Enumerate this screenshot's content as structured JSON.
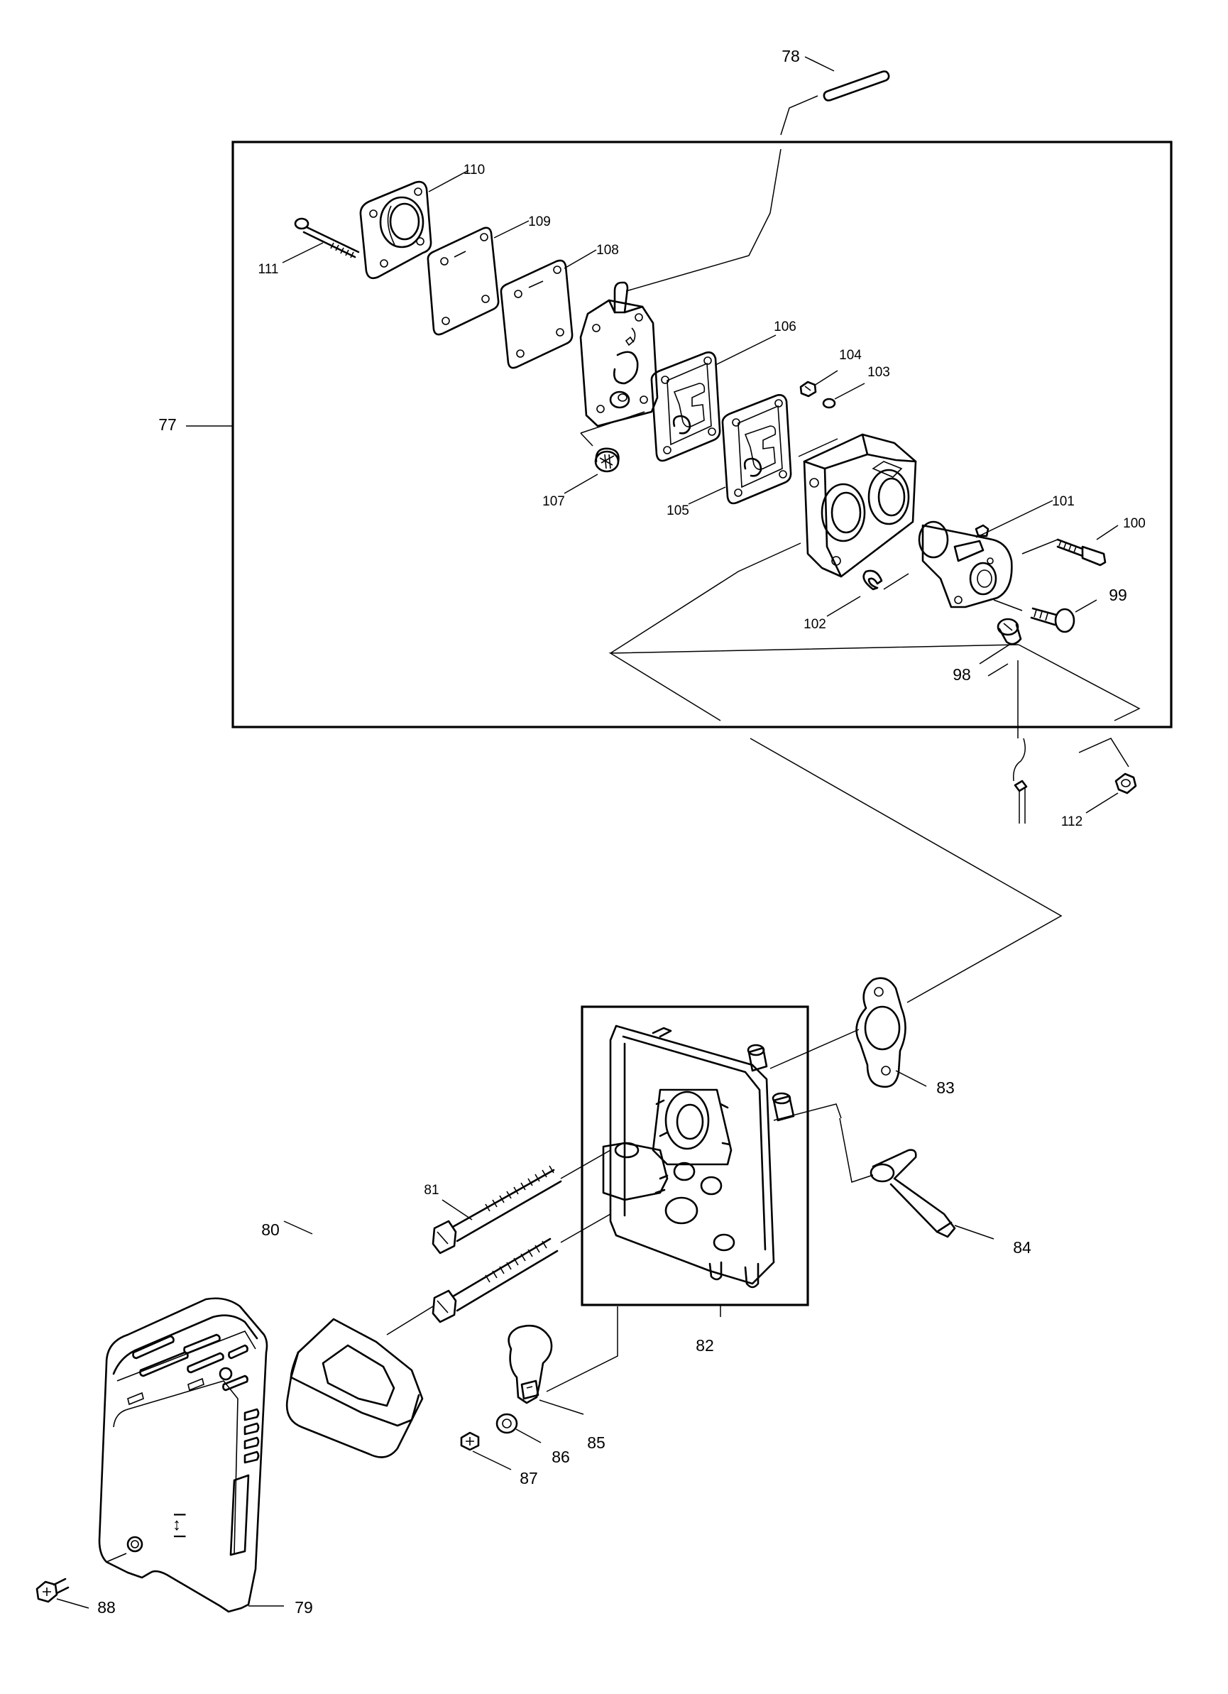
{
  "labels": {
    "p77": "77",
    "p78": "78",
    "p79": "79",
    "p80": "80",
    "p81": "81",
    "p82": "82",
    "p83": "83",
    "p84": "84",
    "p85": "85",
    "p86": "86",
    "p87": "87",
    "p88": "88",
    "p98": "98",
    "p99": "99",
    "p100": "100",
    "p101": "101",
    "p102": "102",
    "p103": "103",
    "p104": "104",
    "p105": "105",
    "p106": "106",
    "p107": "107",
    "p108": "108",
    "p109": "109",
    "p110": "110",
    "p111": "111",
    "p112": "112"
  },
  "cover_marking": "I↔I"
}
